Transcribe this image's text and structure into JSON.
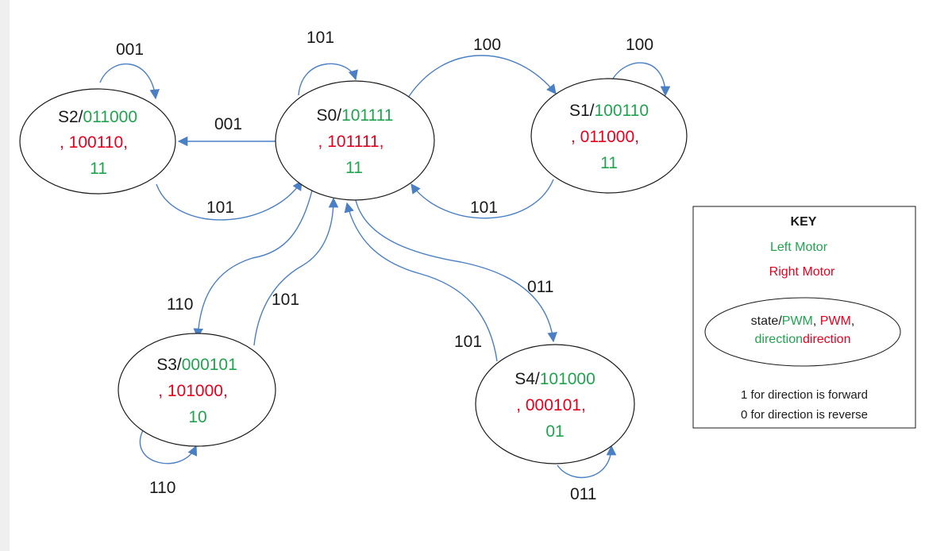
{
  "colors": {
    "left_motor": "#21a350",
    "right_motor": "#e8001e",
    "arrow": "#4a7fc4"
  },
  "states": {
    "s0": {
      "name": "S0/",
      "pwm_left": "101111",
      "pwm_right": ", 101111,",
      "dir": "11"
    },
    "s1": {
      "name": "S1/",
      "pwm_left": "100110",
      "pwm_right": ", 011000,",
      "dir": "11"
    },
    "s2": {
      "name": "S2/",
      "pwm_left": "011000",
      "pwm_right": ", 100110,",
      "dir": "11"
    },
    "s3": {
      "name": "S3/",
      "pwm_left": "000101",
      "pwm_right": ", 101000,",
      "dir": "10"
    },
    "s4": {
      "name": "S4/",
      "pwm_left": "101000",
      "pwm_right": ", 000101,",
      "dir": "01"
    }
  },
  "transitions": {
    "s0_self": "101",
    "s1_self": "100",
    "s2_self": "001",
    "s3_self": "110",
    "s4_self": "011",
    "s0_to_s1": "100",
    "s1_to_s0": "101",
    "s0_to_s2": "001",
    "s2_to_s0": "101",
    "s0_to_s3": "110",
    "s3_to_s0": "101",
    "s0_to_s4": "011",
    "s4_to_s0": "101"
  },
  "key": {
    "title": "KEY",
    "left_motor": "Left Motor",
    "right_motor": "Right Motor",
    "example_state": "state/",
    "example_pwm1": "PWM",
    "example_sep": ", ",
    "example_pwm2": "PWM",
    "example_comma": ",",
    "example_dir1": "direction",
    "example_dir2": "direction",
    "note1": "1 for direction is forward",
    "note2": "0 for direction is reverse"
  }
}
